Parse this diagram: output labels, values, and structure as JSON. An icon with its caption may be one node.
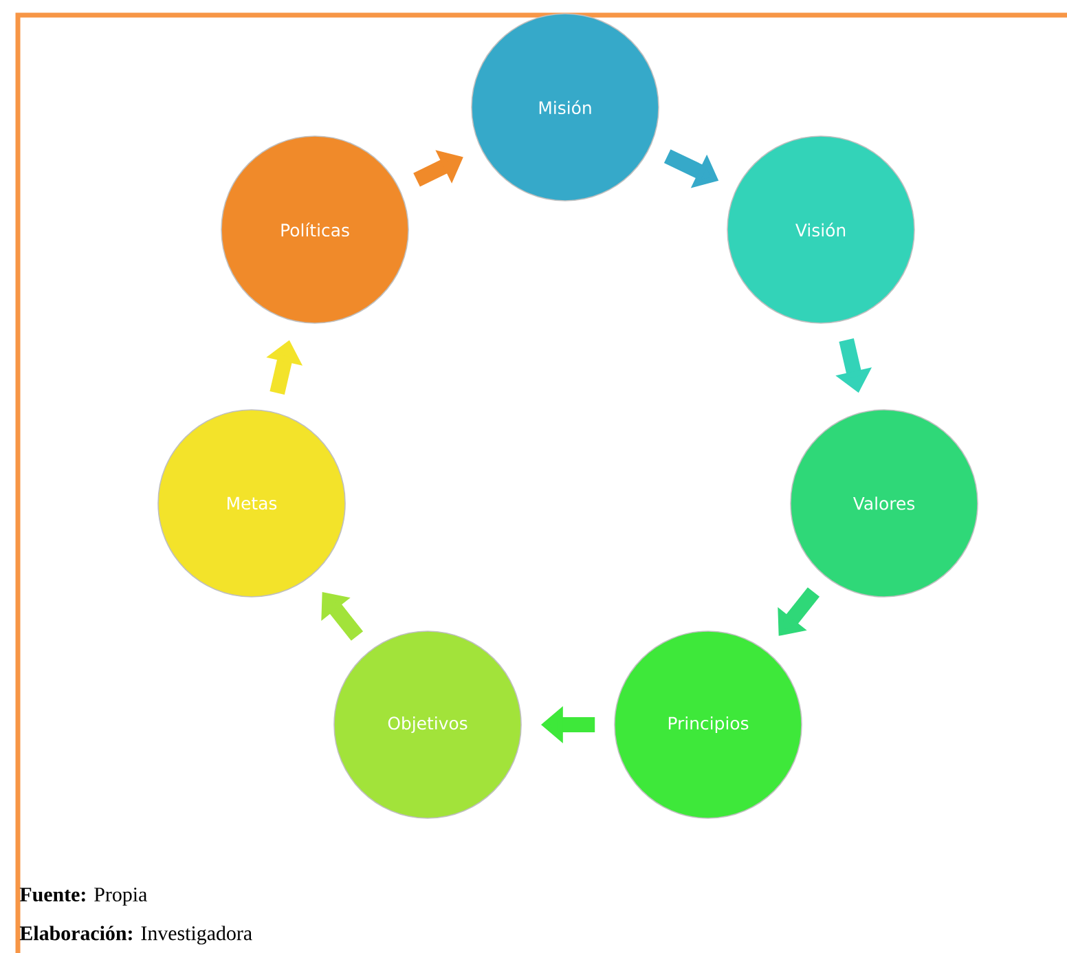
{
  "diagram": {
    "nodes": [
      {
        "text": [
          "Misión"
        ]
      },
      {
        "text": [
          "Visión"
        ]
      },
      {
        "text": [
          "Valores"
        ]
      },
      {
        "text": [
          "Principios"
        ]
      },
      {
        "text": [
          "Objetivos"
        ]
      },
      {
        "text": [
          "Metas"
        ]
      },
      {
        "text": [
          "Políticas"
        ]
      }
    ],
    "edges": [
      {
        "from": 0,
        "to": 1,
        "arrow": "to",
        "color": "#36a9c9"
      },
      {
        "from": 1,
        "to": 2,
        "arrow": "to",
        "color": "#33d3b8"
      },
      {
        "from": 2,
        "to": 3,
        "arrow": "to",
        "color": "#2fd878"
      },
      {
        "from": 3,
        "to": 4,
        "arrow": "to",
        "color": "#3ee83a"
      },
      {
        "from": 4,
        "to": 5,
        "arrow": "to",
        "color": "#a2e33a"
      },
      {
        "from": 5,
        "to": 6,
        "arrow": "to",
        "color": "#f3e32a"
      },
      {
        "from": 6,
        "to": 0,
        "arrow": "to",
        "color": "#f08a2a"
      }
    ],
    "labels": [
      "**Fuente:** Propia",
      "**Elaboración:** Investigadora"
    ]
  }
}
